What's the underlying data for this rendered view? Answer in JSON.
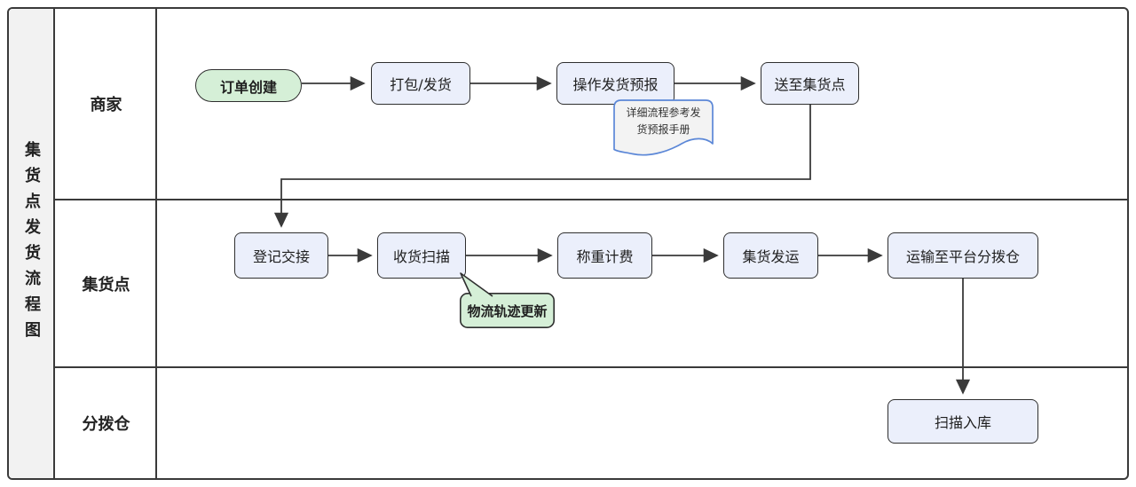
{
  "diagram": {
    "title": "集货点发货流程图",
    "lanes": [
      {
        "label": "商家"
      },
      {
        "label": "集货点"
      },
      {
        "label": "分拨仓"
      }
    ],
    "nodes": {
      "order_create": "订单创建",
      "pack_ship": "打包/发货",
      "forecast": "操作发货预报",
      "deliver": "送至集货点",
      "register": "登记交接",
      "scan_receive": "收货扫描",
      "weigh": "称重计费",
      "dispatch": "集货发运",
      "transport": "运输至平台分拨仓",
      "scan_inbound": "扫描入库"
    },
    "annotations": {
      "doc_note_line1": "详细流程参考发",
      "doc_note_line2": "货预报手册",
      "callout": "物流轨迹更新"
    },
    "colors": {
      "start_fill": "#d5efd7",
      "process_fill": "#ebeffb",
      "callout_fill": "#d5efd7",
      "doc_fill": "#f3f3f3",
      "doc_border": "#5b87d7",
      "line": "#3a3a3a",
      "band_fill": "#f2f2f2"
    }
  }
}
